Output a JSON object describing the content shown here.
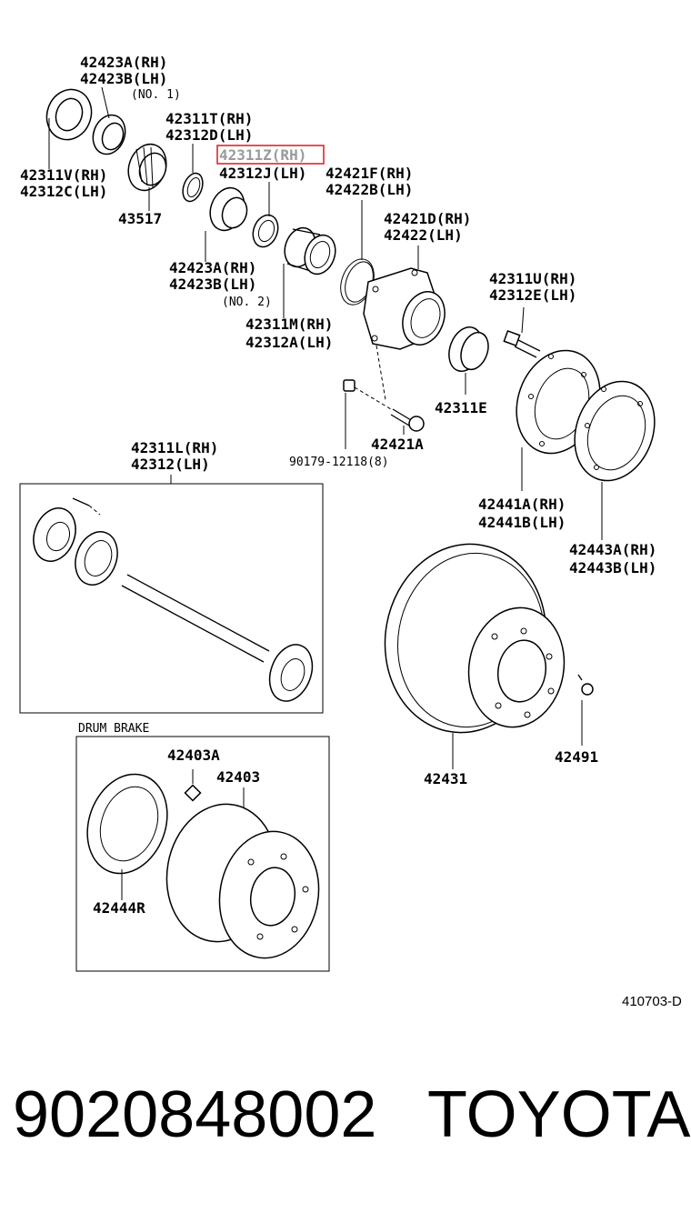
{
  "labels": {
    "p42423A_rh": "42423A(RH)",
    "p42423B_lh": "42423B(LH)",
    "no1": "(NO. 1)",
    "p42311T_rh": "42311T(RH)",
    "p42312D_lh": "42312D(LH)",
    "p42311Z_rh": "42311Z(RH)",
    "p42312J_lh": "42312J(LH)",
    "p42421F_rh": "42421F(RH)",
    "p42422B_lh": "42422B(LH)",
    "p42311V_rh": "42311V(RH)",
    "p42312C_lh": "42312C(LH)",
    "p43517": "43517",
    "p42421D_rh": "42421D(RH)",
    "p42422_lh": "42422(LH)",
    "p42423A2_rh": "42423A(RH)",
    "p42423B2_lh": "42423B(LH)",
    "no2": "(NO. 2)",
    "p42311U_rh": "42311U(RH)",
    "p42312E_lh": "42312E(LH)",
    "p42311M_rh": "42311M(RH)",
    "p42312A_lh": "42312A(LH)",
    "p42311E": "42311E",
    "p42421A": "42421A",
    "p90179": "90179-12118(8)",
    "p42311L_rh": "42311L(RH)",
    "p42312_lh": "42312(LH)",
    "p42441A_rh": "42441A(RH)",
    "p42441B_lh": "42441B(LH)",
    "p42443A_rh": "42443A(RH)",
    "p42443B_lh": "42443B(LH)",
    "p42431": "42431",
    "p42491": "42491",
    "drum_brake": "DRUM BRAKE",
    "p42403A": "42403A",
    "p42403": "42403",
    "p42444R": "42444R"
  },
  "highlight_color": "#e0262b",
  "diagram_code": "410703-D",
  "part_number": "9020848002",
  "brand": "TOYOTA"
}
